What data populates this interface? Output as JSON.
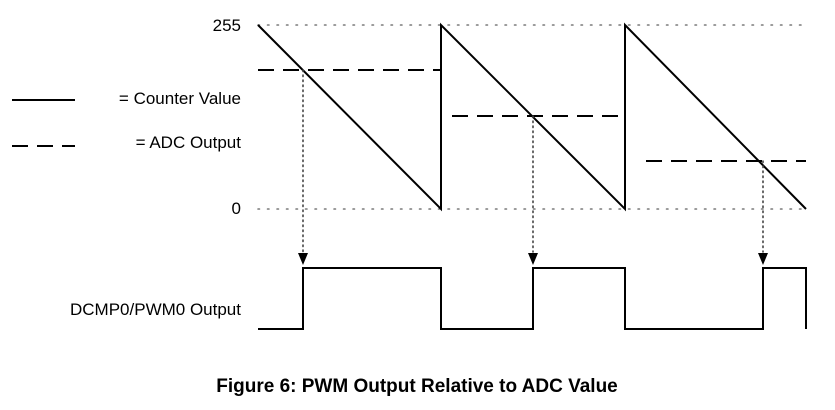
{
  "labels": {
    "max_value": "255",
    "min_value": "0",
    "legend_counter": "= Counter Value",
    "legend_adc": "= ADC Output",
    "output_label": "DCMP0/PWM0 Output",
    "caption": "Figure 6: PWM Output Relative to ADC Value"
  },
  "colors": {
    "line": "#000000",
    "grid": "#7a7a7a"
  },
  "icons": {
    "arrow": "arrow-down-icon"
  }
}
